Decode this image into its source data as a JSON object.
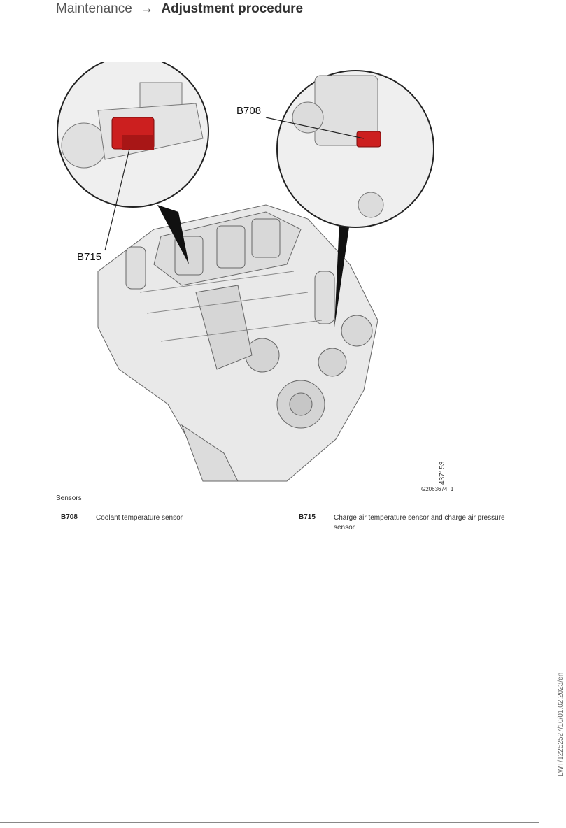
{
  "header": {
    "section": "Maintenance",
    "arrow": "→",
    "topic": "Adjustment procedure"
  },
  "figure": {
    "callouts": {
      "b708": "B708",
      "b715": "B715"
    },
    "image_number": "437153",
    "graphic_id": "G2063674_1",
    "highlight_color": "#cc1f1f"
  },
  "caption": "Sensors",
  "legend": [
    {
      "code": "B708",
      "description": "Coolant temperature sensor"
    },
    {
      "code": "B715",
      "description": "Charge air temperature sensor and charge air pressure sensor"
    }
  ],
  "document_id": "LWT/12252527/10/01.02.2023/en"
}
